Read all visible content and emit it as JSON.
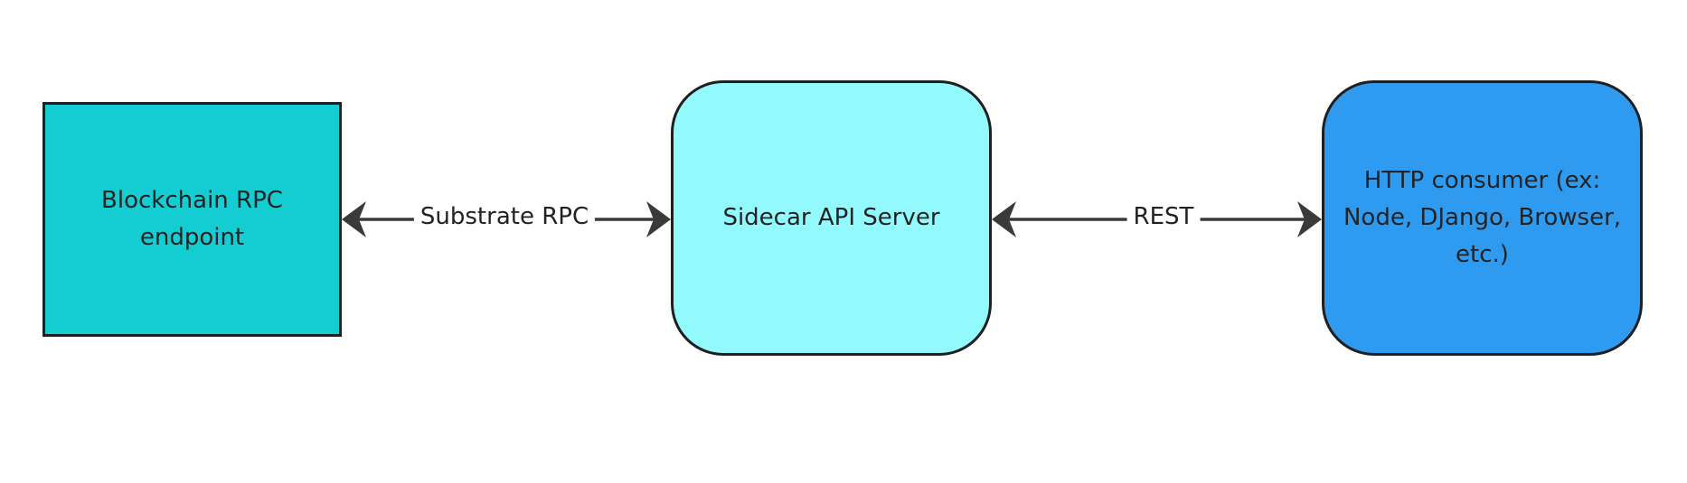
{
  "diagram": {
    "nodes": [
      {
        "id": "rpc",
        "label": "Blockchain RPC endpoint",
        "fill": "#14cdd3"
      },
      {
        "id": "sidecar",
        "label": "Sidecar API Server",
        "fill": "#92f9fc"
      },
      {
        "id": "consumer",
        "label": "HTTP consumer (ex: Node, DJango, Browser, etc.)",
        "fill": "#2e9bf0"
      }
    ],
    "edges": [
      {
        "from": "rpc",
        "to": "sidecar",
        "label": "Substrate RPC",
        "direction": "bidirectional"
      },
      {
        "from": "sidecar",
        "to": "consumer",
        "label": "REST",
        "direction": "bidirectional"
      }
    ],
    "stroke_color": "#1f1f1f",
    "edge_color": "#3a3a3a"
  }
}
